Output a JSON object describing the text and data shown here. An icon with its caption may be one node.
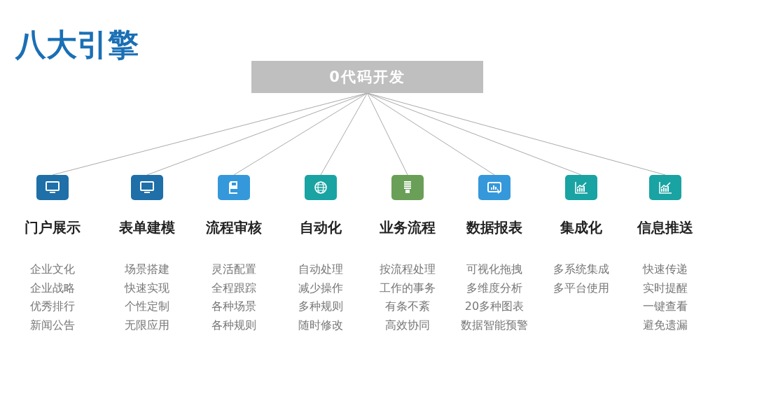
{
  "diagram": {
    "title": "八大引擎",
    "nodes": [
      {
        "text": [
          "0代码开发"
        ]
      },
      {
        "text": [],
        "shape": "box",
        "beside": [
          "门户展示",
          "企业文化",
          "企业战略",
          "优秀排行",
          "新闻公告"
        ]
      },
      {
        "text": [],
        "shape": "box",
        "beside": [
          "表单建模",
          "场景搭建",
          "快速实现",
          "个性定制",
          "无限应用"
        ]
      },
      {
        "text": [],
        "shape": "box",
        "beside": [
          "流程审核",
          "灵活配置",
          "全程跟踪",
          "各种场景",
          "各种规则"
        ]
      },
      {
        "text": [],
        "shape": "box",
        "beside": [
          "自动化",
          "自动处理",
          "减少操作",
          "多种规则",
          "随时修改"
        ]
      },
      {
        "text": [],
        "shape": "box",
        "beside": [
          "业务流程",
          "按流程处理",
          "工作的事务",
          "有条不紊",
          "高效协同"
        ]
      },
      {
        "text": [],
        "shape": "box",
        "beside": [
          "数据报表",
          "可视化拖拽",
          "多维度分析",
          "20多种图表",
          "数据智能预警"
        ]
      },
      {
        "text": [],
        "shape": "box",
        "beside": [
          "集成化",
          "多系统集成",
          "多平台使用"
        ]
      },
      {
        "text": [],
        "shape": "box",
        "beside": [
          "信息推送",
          "快速传递",
          "实时提醒",
          "一键查看",
          "避免遗漏"
        ]
      }
    ],
    "edges": [
      {
        "from": 0,
        "to": 1,
        "arrow": "none"
      },
      {
        "from": 0,
        "to": 2,
        "arrow": "none"
      },
      {
        "from": 0,
        "to": 3,
        "arrow": "none"
      },
      {
        "from": 0,
        "to": 4,
        "arrow": "none"
      },
      {
        "from": 0,
        "to": 5,
        "arrow": "none"
      },
      {
        "from": 0,
        "to": 6,
        "arrow": "none"
      },
      {
        "from": 0,
        "to": 7,
        "arrow": "none"
      },
      {
        "from": 0,
        "to": 8,
        "arrow": "none"
      }
    ]
  }
}
